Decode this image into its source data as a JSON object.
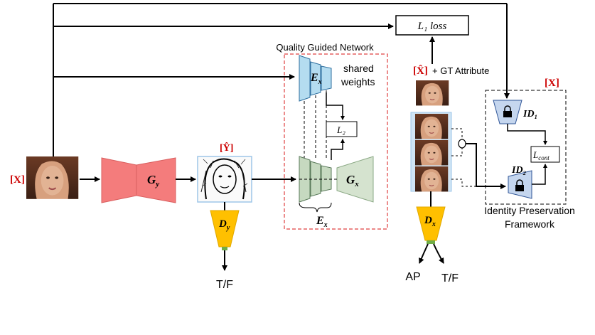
{
  "labels": {
    "loss_box": "L₁ loss",
    "quality_net_title": "Quality Guided Network",
    "shared_weights_line1": "shared",
    "shared_weights_line2": "weights",
    "l2_box": "L₂",
    "gt_attribute": "+ GT Attribute",
    "x_hat_label": "[X̂]",
    "x_label_left": "[X]",
    "x_label_right": "[X]",
    "y_hat_label": "[Ŷ]",
    "id1": "ID₁",
    "id2": "ID₂",
    "lcont": "L",
    "lcont_sub": "cont",
    "gy": "G",
    "gy_sub": "y",
    "gx": "G",
    "gx_sub": "x",
    "dy": "D",
    "dy_sub": "y",
    "dx": "D",
    "dx_sub": "x",
    "ex_top": "E",
    "ex_top_sub": "x",
    "ex_bottom": "E",
    "ex_bottom_sub": "x",
    "tf_left": "T/F",
    "ap": "AP",
    "tf_right": "T/F",
    "identity_title_line1": "Identity Preservation",
    "identity_title_line2": "Framework"
  },
  "colors": {
    "generator_y": "#f47c7c",
    "encoder_top": "#b4dcf0",
    "encoder_bottom": "#c6d9c0",
    "generator_x": "#d5e3cf",
    "discriminator": "#ffc000",
    "id_network": "#c5d6ee",
    "dashed_red": "#e04040",
    "label_red": "#cc0000"
  },
  "icons": {
    "lock": "lock-icon",
    "face": "face-photo-icon",
    "sketch": "sketch-face-icon"
  }
}
